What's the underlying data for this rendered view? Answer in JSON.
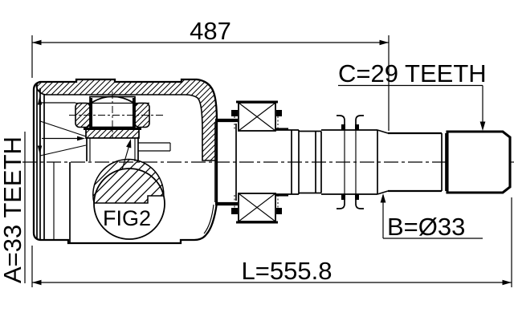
{
  "labels": {
    "dim_top": "487",
    "teeth_c": "C=29 TEETH",
    "teeth_a": "A=33 TEETH",
    "fig_ref": "FIG2",
    "dim_b": "B=Ø33",
    "dim_l": "L=555.8"
  },
  "colors": {
    "line": "#000000",
    "background": "#ffffff"
  }
}
